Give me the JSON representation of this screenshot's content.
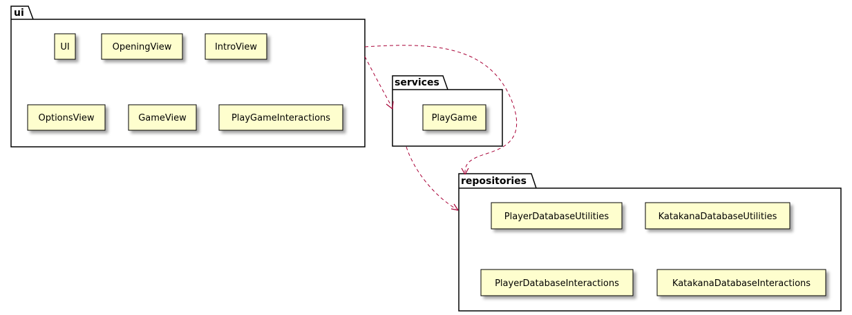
{
  "colors": {
    "class_fill": "#FEFECE",
    "class_border": "#000000",
    "package_fill": "#FFFFFF",
    "arrow": "#A80036"
  },
  "packages": {
    "ui": {
      "name": "ui",
      "classes": [
        "UI",
        "OpeningView",
        "IntroView",
        "OptionsView",
        "GameView",
        "PlayGameInteractions"
      ]
    },
    "services": {
      "name": "services",
      "classes": [
        "PlayGame"
      ]
    },
    "repositories": {
      "name": "repositories",
      "classes": [
        "PlayerDatabaseUtilities",
        "KatakanaDatabaseUtilities",
        "PlayerDatabaseInteractions",
        "KatakanaDatabaseInteractions"
      ]
    }
  },
  "dependencies": [
    {
      "from": "ui",
      "to": "services"
    },
    {
      "from": "ui",
      "to": "repositories"
    },
    {
      "from": "services",
      "to": "repositories"
    }
  ]
}
